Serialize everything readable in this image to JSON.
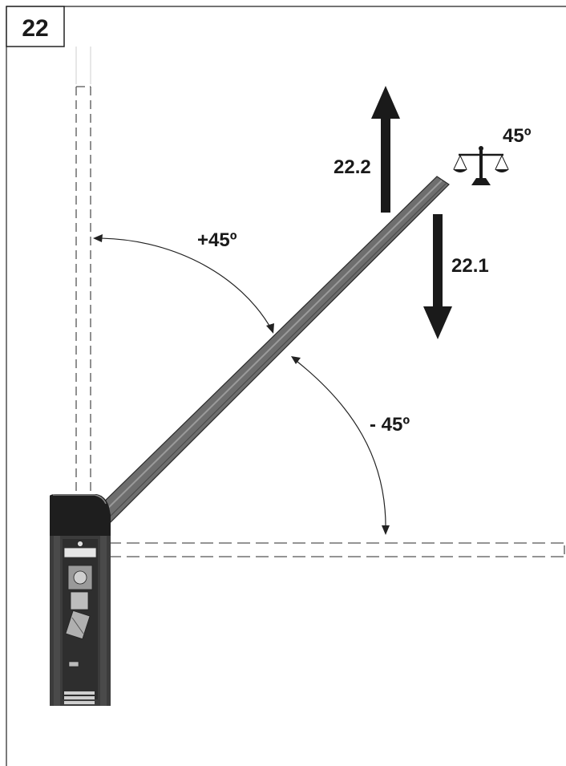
{
  "figure": {
    "number": "22"
  },
  "labels": {
    "up_arrow": "22.2",
    "down_arrow": "22.1",
    "angle_up": "+45º",
    "angle_down": "- 45º",
    "balance_angle": "45º"
  },
  "icons": {
    "balance": "balance-scale-icon",
    "up": "arrow-up-icon",
    "down": "arrow-down-icon"
  },
  "colors": {
    "boom": "#6e6e6e",
    "cabinet": "#3c3c3c",
    "cabinet_top": "#1e1e1e",
    "arrow": "#1a1a1a",
    "dashed": "#555555"
  }
}
